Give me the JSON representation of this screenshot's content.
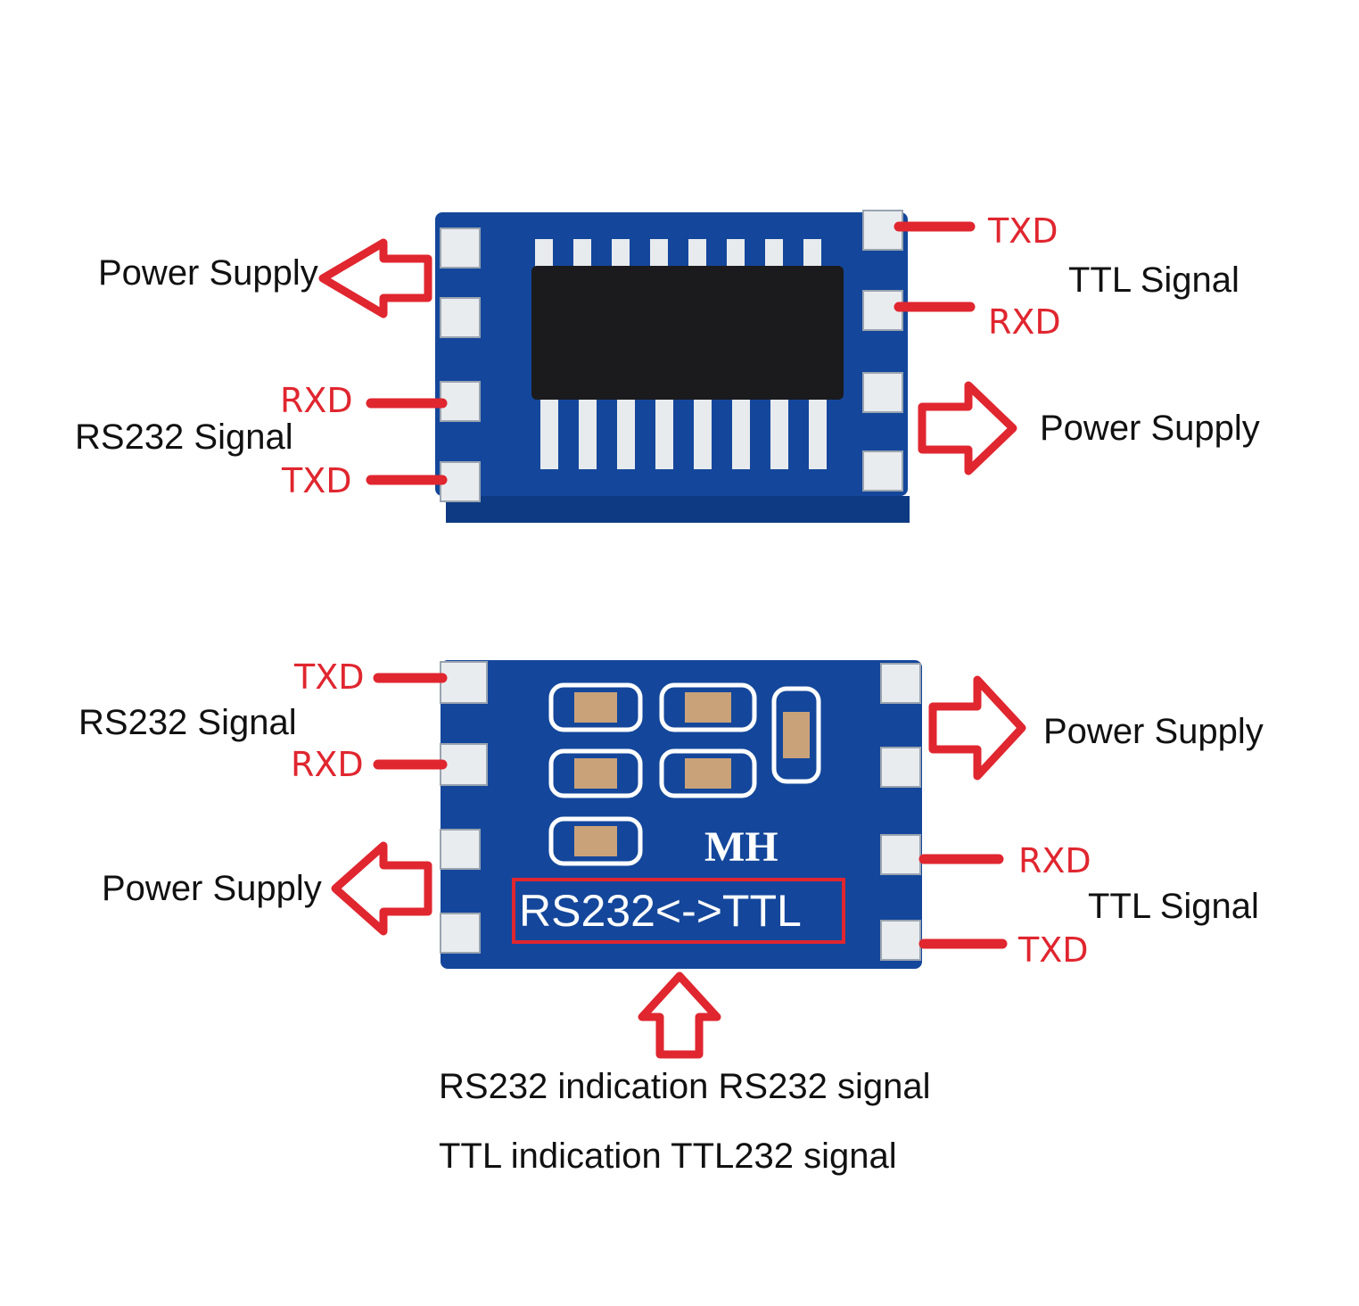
{
  "colors": {
    "pcb": "#14479b",
    "pcb_dark": "#0d3a82",
    "pad": "#e9ecef",
    "chip": "#1b1b1d",
    "arrow": "#e0262f",
    "component": "#c9a27a",
    "silk": "#ffffff"
  },
  "top_module": {
    "labels": {
      "power_left": "Power Supply",
      "rs232_signal": "RS232 Signal",
      "rs232_rxd": "RXD",
      "rs232_txd": "TXD",
      "ttl_txd": "TXD",
      "ttl_rxd": "RXD",
      "ttl_signal": "TTL Signal",
      "power_right": "Power Supply"
    }
  },
  "bottom_module": {
    "silkscreen_logo": "MH",
    "silkscreen_text": "RS232<->TTL",
    "labels": {
      "rs232_txd": "TXD",
      "rs232_signal": "RS232 Signal",
      "rs232_rxd": "RXD",
      "power_left": "Power Supply",
      "power_right": "Power Supply",
      "ttl_rxd": "RXD",
      "ttl_signal": "TTL Signal",
      "ttl_txd": "TXD"
    }
  },
  "notes": {
    "line1": "RS232 indication RS232 signal",
    "line2": "TTL indication TTL232 signal"
  }
}
